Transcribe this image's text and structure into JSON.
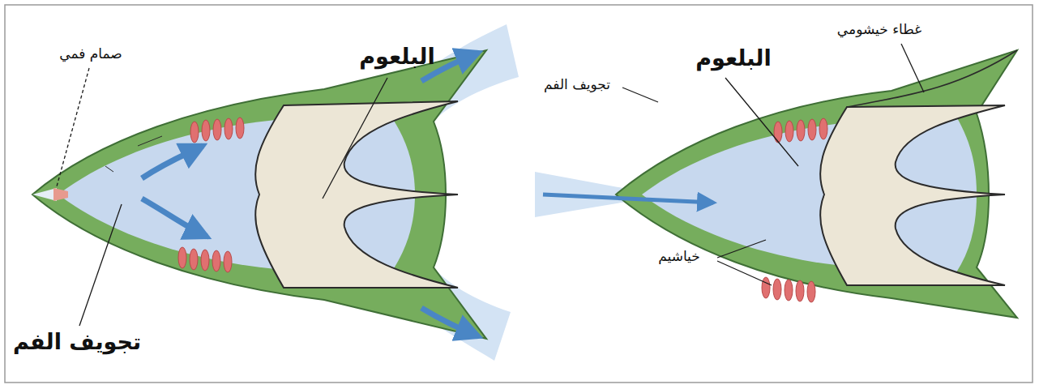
{
  "diagram": {
    "labels": [
      "البلعوم",
      "صمام فمي",
      "تجويف الفم",
      "البلعوم",
      "غطاء خيشومي",
      "تجويف الفم",
      "خياشيم"
    ]
  }
}
